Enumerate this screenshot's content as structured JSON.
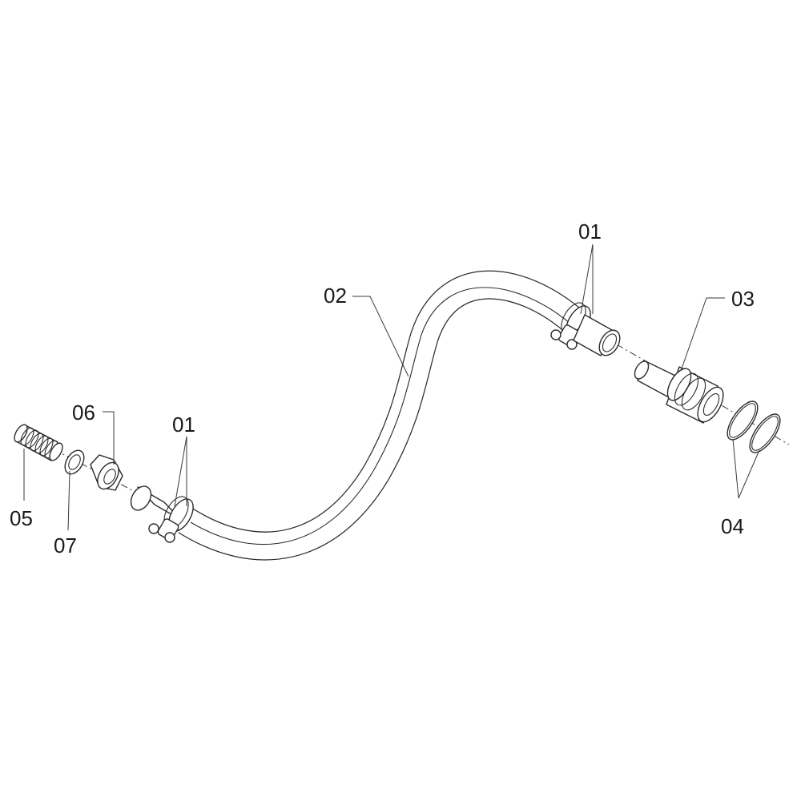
{
  "diagram": {
    "labels": {
      "clamp_top": "01",
      "clamp_bottom": "01",
      "hose": "02",
      "coupling": "03",
      "o_rings": "04",
      "filter": "05",
      "nut": "06",
      "washer": "07"
    }
  }
}
